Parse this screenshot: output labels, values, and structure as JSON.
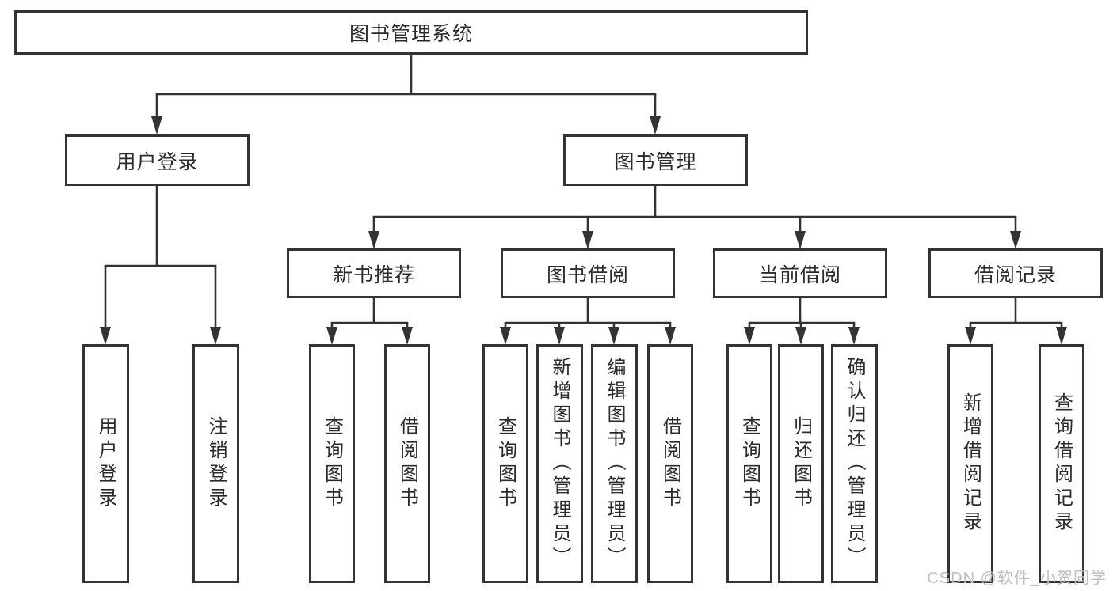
{
  "diagram": {
    "root": {
      "label": "图书管理系统"
    },
    "children": [
      {
        "label": "用户登录",
        "children": [
          {
            "label": "用户登录"
          },
          {
            "label": "注销登录"
          }
        ]
      },
      {
        "label": "图书管理",
        "children": [
          {
            "label": "新书推荐",
            "children": [
              {
                "label": "查询图书"
              },
              {
                "label": "借阅图书"
              }
            ]
          },
          {
            "label": "图书借阅",
            "children": [
              {
                "label": "查询图书"
              },
              {
                "label": "新增图书（管理员）"
              },
              {
                "label": "编辑图书（管理员）"
              },
              {
                "label": "借阅图书"
              }
            ]
          },
          {
            "label": "当前借阅",
            "children": [
              {
                "label": "查询图书"
              },
              {
                "label": "归还图书"
              },
              {
                "label": "确认归还（管理员）"
              }
            ]
          },
          {
            "label": "借阅记录",
            "children": [
              {
                "label": "新增借阅记录"
              },
              {
                "label": "查询借阅记录"
              }
            ]
          }
        ]
      }
    ]
  },
  "watermark": {
    "text": "CSDN @软件_小贺同学"
  },
  "colors": {
    "line": "#333333",
    "box_border": "#333333",
    "text": "#2b2b2b",
    "watermark": "#bfbfbf",
    "background": "#ffffff"
  }
}
